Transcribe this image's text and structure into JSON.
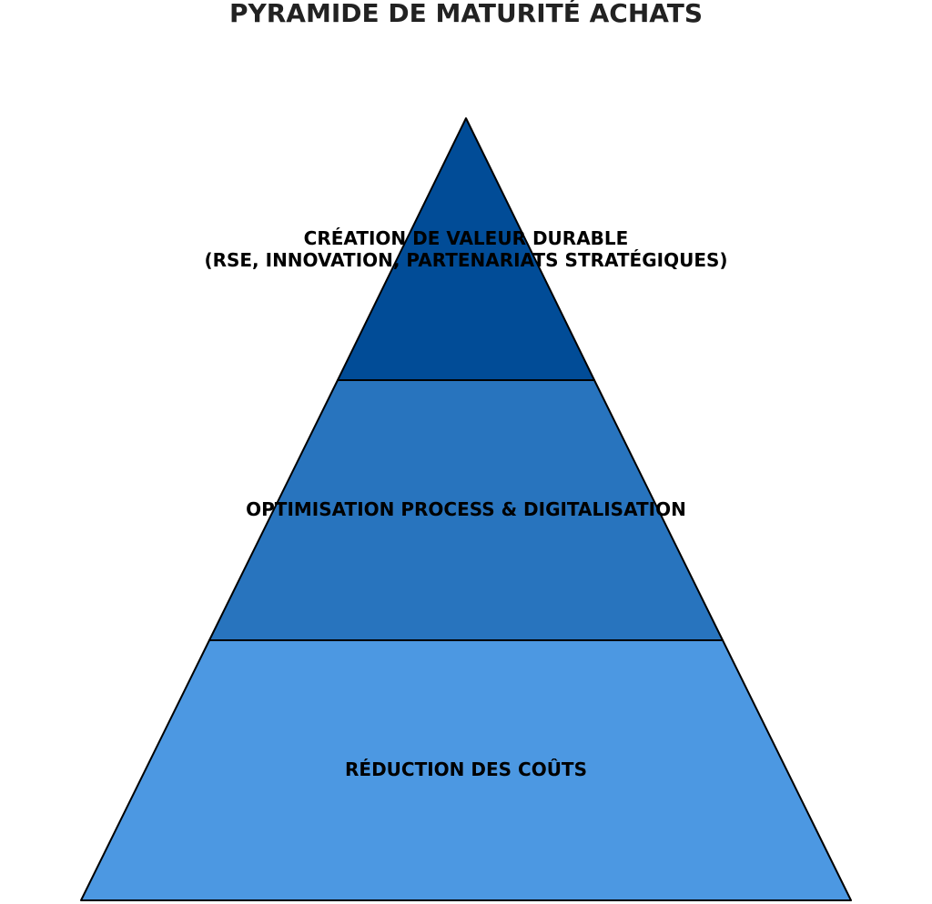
{
  "title": "PYRAMIDE DE MATURITÉ ACHATS",
  "levels": [
    {
      "lines": [
        "CRÉATION DE VALEUR DURABLE",
        "(RSE, INNOVATION, PARTENARIATS STRATÉGIQUES)"
      ],
      "color": "#014c97"
    },
    {
      "lines": [
        "OPTIMISATION PROCESS & DIGITALISATION"
      ],
      "color": "#2874be"
    },
    {
      "lines": [
        "RÉDUCTION DES COÛTS"
      ],
      "color": "#4c98e2"
    }
  ],
  "outline_color": "#000000"
}
